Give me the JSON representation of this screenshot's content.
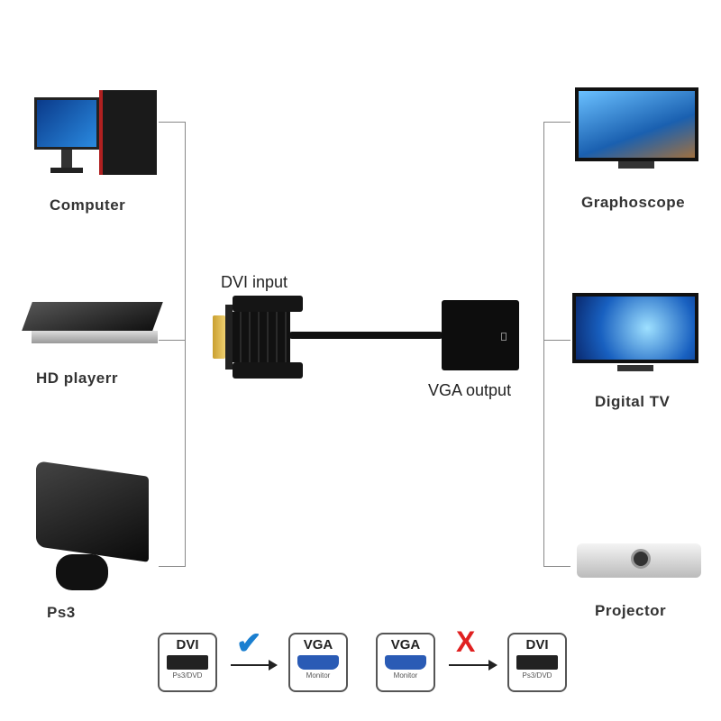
{
  "left_devices": [
    {
      "label": "Computer"
    },
    {
      "label": "HD playerr"
    },
    {
      "label": "Ps3"
    }
  ],
  "right_devices": [
    {
      "label": "Graphoscope"
    },
    {
      "label": "Digital TV"
    },
    {
      "label": "Projector"
    }
  ],
  "adapter": {
    "input_label": "DVI input",
    "output_label": "VGA output"
  },
  "compatibility": {
    "supported": {
      "from": {
        "title": "DVI",
        "sub": "Ps3/DVD"
      },
      "to": {
        "title": "VGA",
        "sub": "Monitor"
      },
      "mark": "✔"
    },
    "unsupported": {
      "from": {
        "title": "VGA",
        "sub": "Monitor"
      },
      "to": {
        "title": "DVI",
        "sub": "Ps3/DVD"
      },
      "mark": "X"
    }
  },
  "colors": {
    "check": "#1a7fd0",
    "cross": "#e02020",
    "vga_port": "#2a5bb5"
  }
}
